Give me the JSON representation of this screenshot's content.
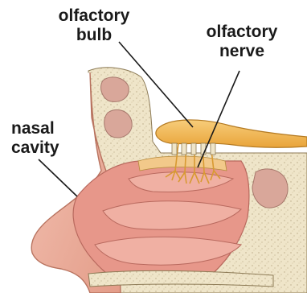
{
  "labels": {
    "olfactory_bulb": [
      "olfactory",
      "bulb"
    ],
    "olfactory_nerve": [
      "olfactory",
      "nerve"
    ],
    "nasal_cavity": [
      "nasal",
      "cavity"
    ]
  },
  "colors": {
    "skin": "#efb6a6",
    "skin_shadow": "#d88d7c",
    "mucosa": "#e7978a",
    "mucosa_dark": "#c56b62",
    "bone": "#efe5c9",
    "bone_speckle": "#b9a985",
    "bulb": "#f1b24a",
    "bulb_light": "#f7cd7a",
    "leader_line": "#1a1a1a"
  }
}
